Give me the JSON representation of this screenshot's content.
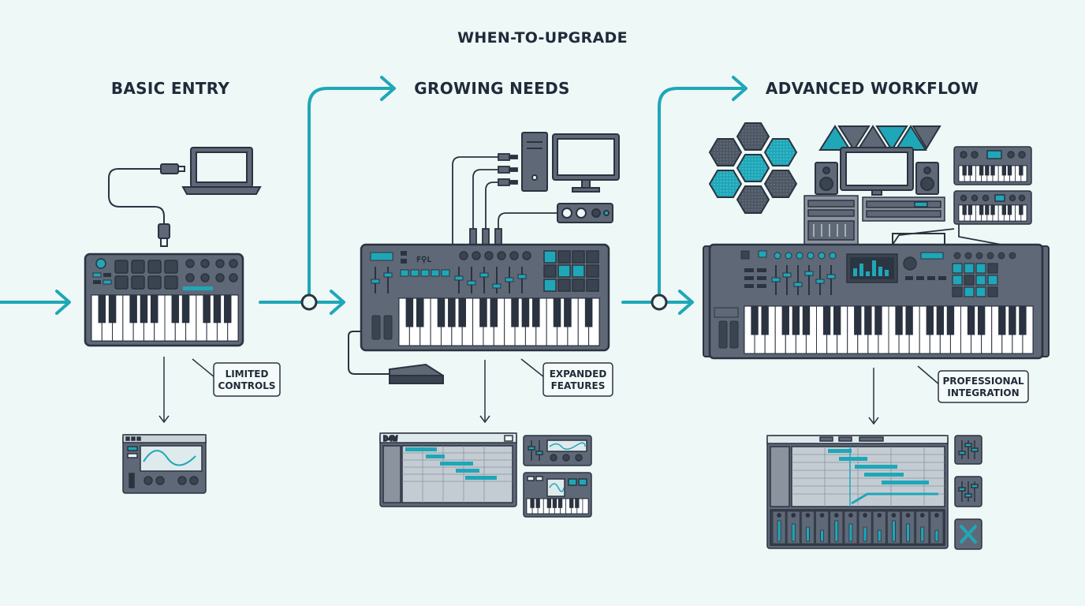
{
  "diagram": {
    "title": "WHEN-TO-UPGRADE",
    "stages": [
      {
        "title": "BASIC ENTRY",
        "callout_line1": "LIMITED",
        "callout_line2": "CONTROLS"
      },
      {
        "title": "GROWING NEEDS",
        "callout_line1": "EXPANDED",
        "callout_line2": "FEATURES",
        "software_label": "D4W",
        "controller_label": "F⚲L"
      },
      {
        "title": "ADVANCED WORKFLOW",
        "callout_line1": "PROFESSIONAL",
        "callout_line2": "INTEGRATION"
      }
    ]
  },
  "colors": {
    "accent": "#1fa7b8",
    "device_body": "#5f6876",
    "outline": "#2b3340",
    "background": "#eef8f6"
  }
}
